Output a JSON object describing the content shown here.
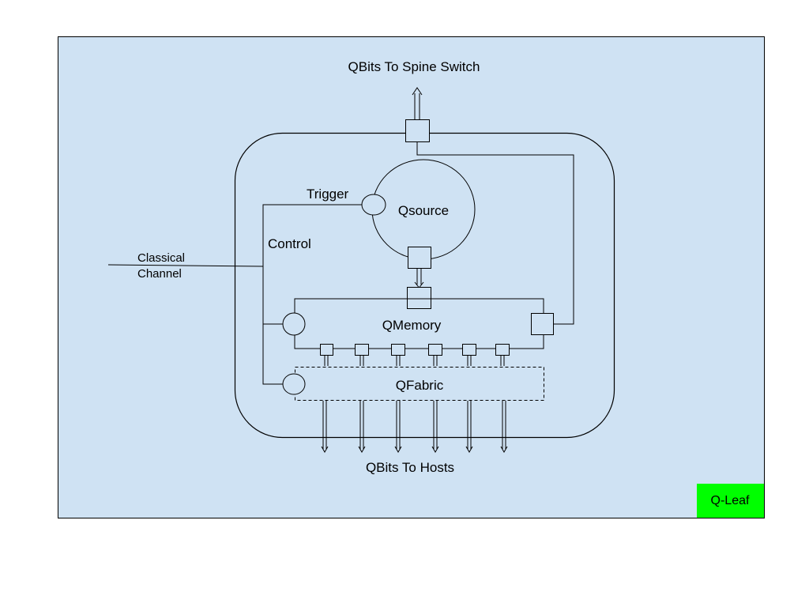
{
  "diagram": {
    "labels": {
      "top": "QBits To Spine Switch",
      "bottom": "QBits To Hosts",
      "trigger": "Trigger",
      "qsource": "Qsource",
      "control": "Control",
      "classical_line1": "Classical",
      "classical_line2": "Channel",
      "qmemory": "QMemory",
      "qfabric": "QFabric",
      "badge": "Q-Leaf"
    },
    "colors": {
      "background": "#cfe2f3",
      "badge": "#00ff00",
      "stroke": "#000000"
    }
  }
}
